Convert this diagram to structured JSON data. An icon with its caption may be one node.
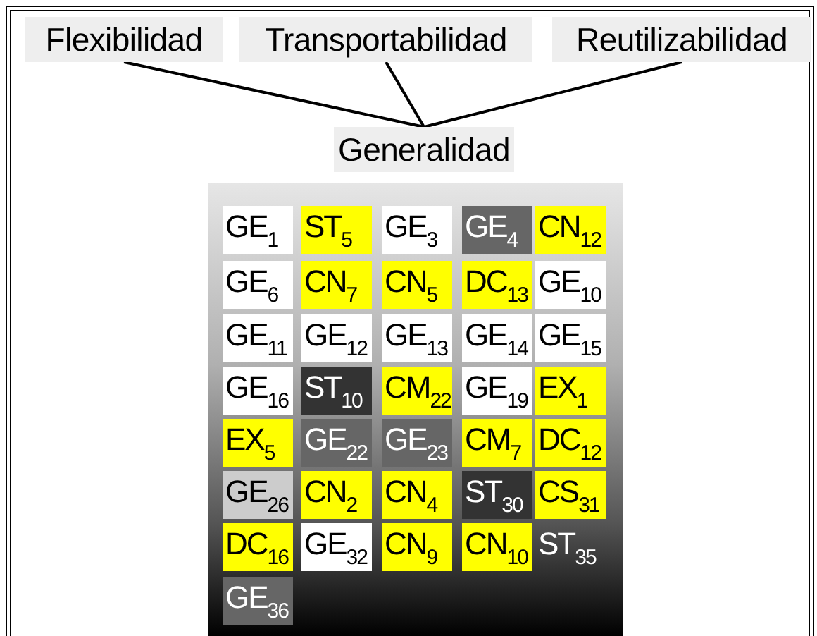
{
  "diagram": {
    "nodes": [
      {
        "text": [
          "Flexibilidad"
        ]
      },
      {
        "text": [
          "Transportabilidad"
        ]
      },
      {
        "text": [
          "Reutilizabilidad"
        ]
      },
      {
        "text": [
          "Generalidad"
        ]
      },
      {
        "text": [],
        "shape": "box"
      },
      {
        "text": [
          "GE$_{1}$"
        ],
        "in": 4
      },
      {
        "text": [
          "ST$_{5}$"
        ],
        "in": 4
      },
      {
        "text": [
          "GE$_{3}$"
        ],
        "in": 4
      },
      {
        "text": [
          "GE$_{4}$"
        ],
        "in": 4
      },
      {
        "text": [
          "CN$_{12}$"
        ],
        "in": 4
      },
      {
        "text": [
          "GE$_{6}$"
        ],
        "in": 4
      },
      {
        "text": [
          "CN$_{7}$"
        ],
        "in": 4
      },
      {
        "text": [
          "CN$_{5}$"
        ],
        "in": 4
      },
      {
        "text": [
          "DC$_{13}$"
        ],
        "in": 4
      },
      {
        "text": [
          "GE$_{10}$"
        ],
        "in": 4
      },
      {
        "text": [
          "GE$_{11}$"
        ],
        "in": 4
      },
      {
        "text": [
          "GE$_{12}$"
        ],
        "in": 4
      },
      {
        "text": [
          "GE$_{13}$"
        ],
        "in": 4
      },
      {
        "text": [
          "GE$_{14}$"
        ],
        "in": 4
      },
      {
        "text": [
          "GE$_{15}$"
        ],
        "in": 4
      },
      {
        "text": [
          "GE$_{16}$"
        ],
        "in": 4
      },
      {
        "text": [
          "ST$_{10}$"
        ],
        "in": 4
      },
      {
        "text": [
          "CM$_{22}$"
        ],
        "in": 4
      },
      {
        "text": [
          "GE$_{19}$"
        ],
        "in": 4
      },
      {
        "text": [
          "EX$_{1}$"
        ],
        "in": 4
      },
      {
        "text": [
          "EX$_{5}$"
        ],
        "in": 4
      },
      {
        "text": [
          "GE$_{22}$"
        ],
        "in": 4
      },
      {
        "text": [
          "GE$_{23}$"
        ],
        "in": 4
      },
      {
        "text": [
          "CM$_{7}$"
        ],
        "in": 4
      },
      {
        "text": [
          "DC$_{12}$"
        ],
        "in": 4
      },
      {
        "text": [
          "GE$_{26}$"
        ],
        "in": 4
      },
      {
        "text": [
          "CN$_{2}$"
        ],
        "in": 4
      },
      {
        "text": [
          "CN$_{4}$"
        ],
        "in": 4
      },
      {
        "text": [
          "ST$_{30}$"
        ],
        "in": 4
      },
      {
        "text": [
          "CS$_{31}$"
        ],
        "in": 4
      },
      {
        "text": [
          "DC$_{16}$"
        ],
        "in": 4
      },
      {
        "text": [
          "GE$_{32}$"
        ],
        "in": 4
      },
      {
        "text": [
          "CN$_{9}$"
        ],
        "in": 4
      },
      {
        "text": [
          "CN$_{10}$"
        ],
        "in": 4
      },
      {
        "text": [
          "ST$_{35}$"
        ],
        "in": 4
      },
      {
        "text": [
          "GE$_{36}$"
        ],
        "in": 4
      }
    ],
    "edges": [
      {
        "from": 0,
        "to": 3,
        "arrow": "none"
      },
      {
        "from": 1,
        "to": 3,
        "arrow": "none"
      },
      {
        "from": 2,
        "to": 3,
        "arrow": "none"
      }
    ]
  }
}
